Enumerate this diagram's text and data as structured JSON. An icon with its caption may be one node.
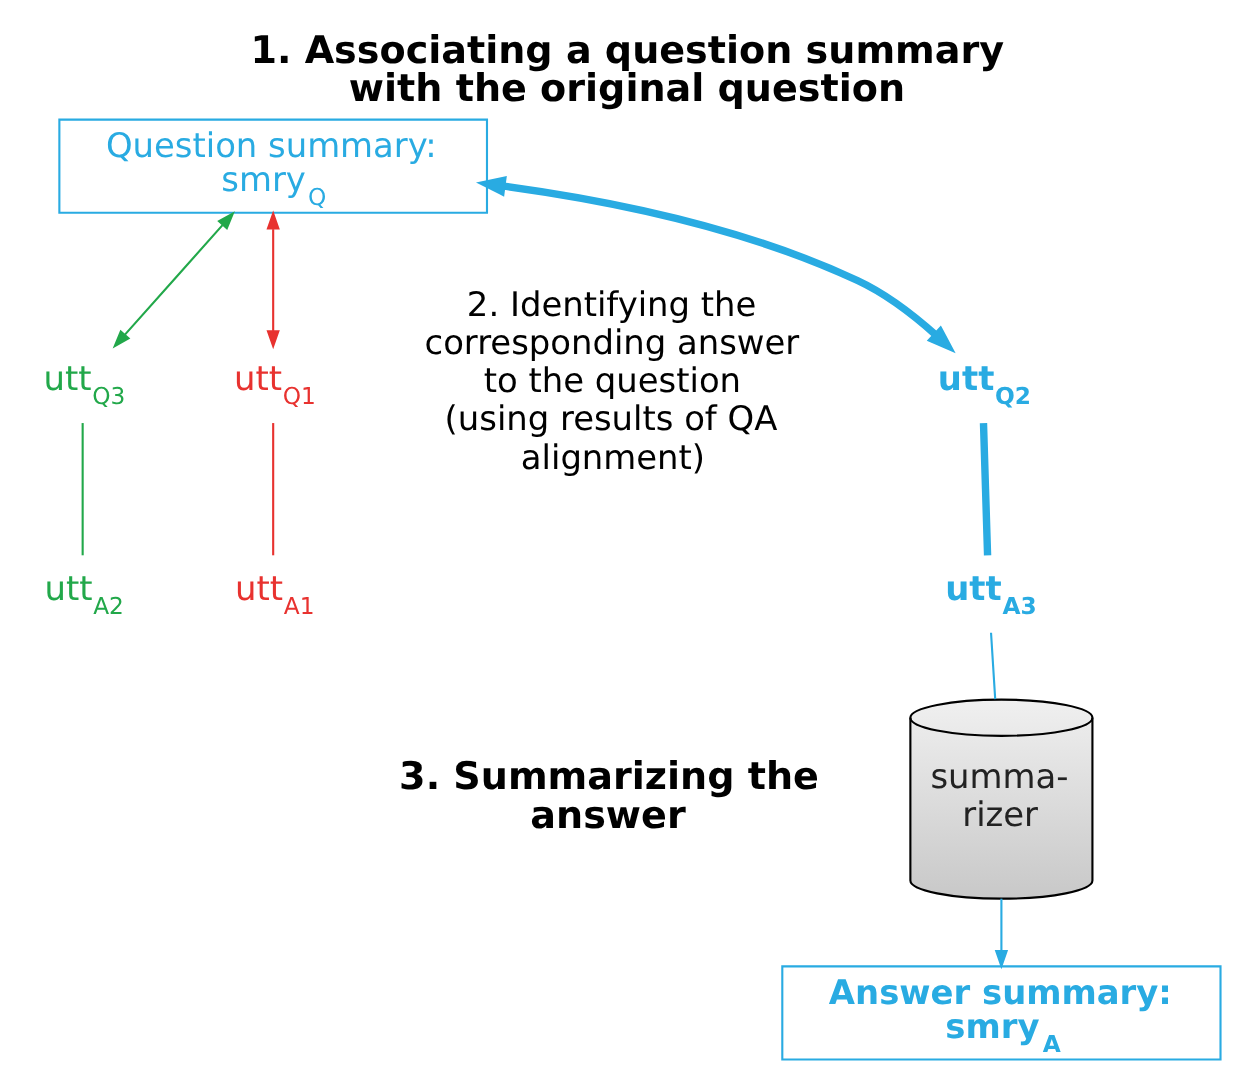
{
  "diagram": {
    "title": "1. Associating a question summary with the original question",
    "nodes": [
      {
        "text": [
          "Question summary: smry$_{Q}$"
        ]
      },
      {
        "text": [
          "utt$_{Q1}$"
        ]
      },
      {
        "text": [
          "**utt$_{Q2}$**"
        ]
      },
      {
        "text": [
          "utt$_{Q3}$"
        ]
      },
      {
        "text": [
          "utt$_{A1}$"
        ]
      },
      {
        "text": [
          "**utt$_{A3}$**"
        ]
      },
      {
        "text": [
          "utt$_{A2}$"
        ]
      },
      {
        "text": [
          "summa- rizer"
        ]
      },
      {
        "text": [
          "**Answer summary: smry$_{A}$**"
        ]
      }
    ],
    "edges": [
      {
        "from": 0,
        "to": 1,
        "arrow": "both",
        "color": "#e8322f"
      },
      {
        "from": 0,
        "to": 2,
        "arrow": "both",
        "style": "thick"
      },
      {
        "from": 0,
        "to": 3,
        "arrow": "both",
        "color": "#22a84a"
      },
      {
        "from": 1,
        "to": 4,
        "arrow": "none",
        "color": "#e8322f"
      },
      {
        "from": 2,
        "to": 5,
        "arrow": "none",
        "style": "thick"
      },
      {
        "from": 3,
        "to": 6,
        "arrow": "none",
        "color": "#22a84a"
      },
      {
        "from": 5,
        "to": 7,
        "arrow": "none"
      },
      {
        "from": 7,
        "to": 8,
        "arrow": "to"
      }
    ],
    "labels": [
      "2. Identifying the corresponding answer to the question (using results of QA alignment)",
      "3. Summarizing the answer"
    ]
  }
}
